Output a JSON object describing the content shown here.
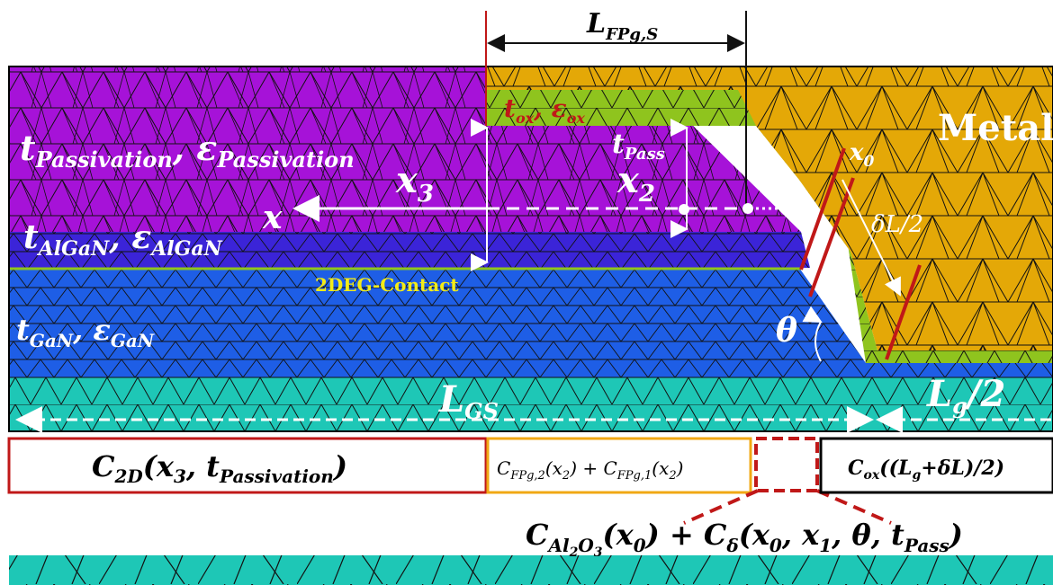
{
  "dimension": {
    "lfpgs": "L",
    "lfpgs_sub": "FPg,S"
  },
  "layers": {
    "oxide": {
      "t": "t",
      "t_sub": "ox",
      "e": "ε",
      "e_sub": "ox"
    },
    "passivation": {
      "t": "t",
      "t_sub": "Passivation",
      "e": "ε",
      "e_sub": "Passivation"
    },
    "tpass": {
      "t": "t",
      "t_sub": "Pass"
    },
    "algan": {
      "t": "t",
      "t_sub": "AlGaN",
      "e": "ε",
      "e_sub": "AlGaN"
    },
    "gan": {
      "t": "t",
      "t_sub": "GaN",
      "e": "ε",
      "e_sub": "GaN"
    },
    "metal": "Metal",
    "contact": "2DEG-Contact"
  },
  "axis": {
    "x": "x",
    "x3": "x",
    "x3_sub": "3",
    "x2": "x",
    "x2_sub": "2",
    "x1": "x",
    "x1_sub": "1",
    "x0": "x",
    "x0_sub": "0",
    "dl": "δL/2",
    "theta": "θ"
  },
  "lengths": {
    "lgs": "L",
    "lgs_sub": "GS",
    "lg": "L",
    "lg_sub": "g",
    "lg_rest": "/2"
  },
  "capacitance": {
    "c2d": {
      "c": "C",
      "sub": "2D",
      "args_a": "(x",
      "args_a_sub": "3",
      "args_b": ", t",
      "args_b_sub": "Passivation",
      "args_c": ")"
    },
    "cfpg": {
      "c1": "C",
      "sub1": "FPg,2",
      "arg1": "(x",
      "arg1_sub": "2",
      "arg1_end": ") + ",
      "c2": "C",
      "sub2": "FPg,1",
      "arg2": "(x",
      "arg2_sub": "2",
      "arg2_end": ")"
    },
    "cox": {
      "c": "C",
      "sub": "ox",
      "arg_a": "((L",
      "arg_a_sub": "g",
      "arg_b": "+δL)/2)"
    },
    "cal": {
      "c": "C",
      "sub": "Al",
      "sub2": "2",
      "sub3": "O",
      "sub4": "3",
      "arg": "(x",
      "arg_sub": "0",
      "arg_end": ") + ",
      "c2": "C",
      "sub5": "δ",
      "arg2": "(x",
      "arg2_sub": "0",
      "arg2_b": ", x",
      "arg2_b_sub": "1",
      "arg2_c": ", θ, t",
      "arg2_c_sub": "Pass",
      "arg2_end": ")"
    }
  },
  "colors": {
    "passivation": "#a612d8",
    "oxide": "#8fc41e",
    "metal": "#e4a807",
    "algan": "#3b24d8",
    "gan": "#1e5ee6",
    "substrate": "#1ec7b6",
    "mesh": "#111111",
    "red": "#c01818",
    "orange": "#f1a814",
    "yellow": "#f3ec17",
    "white": "#ffffff"
  }
}
